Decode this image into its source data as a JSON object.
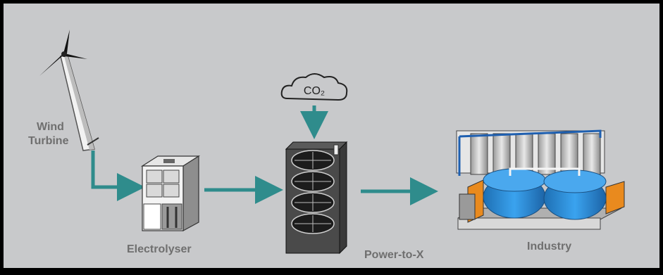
{
  "labels": {
    "wind_turbine_line1": "Wind",
    "wind_turbine_line2": "Turbine",
    "electrolyser": "Electrolyser",
    "power_to_x": "Power-to-X",
    "industry": "Industry",
    "co2": "CO₂"
  },
  "colors": {
    "background": "#c8c9cb",
    "frame": "#000000",
    "arrow": "#2f8c8c",
    "tank_blue": "#2b8fd6",
    "orange": "#e98a1e",
    "label": "#6f6f6f"
  }
}
